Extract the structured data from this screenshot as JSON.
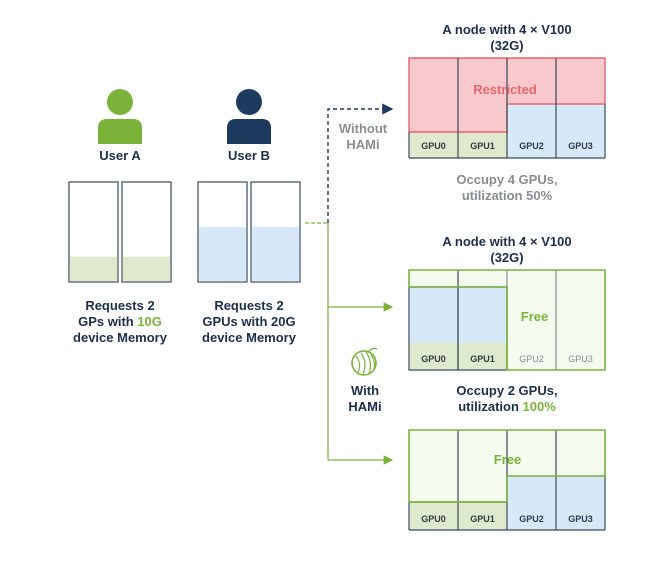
{
  "colors": {
    "navy": "#1d3a5f",
    "green": "#7ab33a",
    "green_fill": "#dfe9cc",
    "blue_fill": "#d6e9f8",
    "red_fill": "#f8c9cc",
    "red_border": "#e5676b",
    "free_fill": "#f6fbf0",
    "gray_text": "#8a8d90"
  },
  "users": [
    {
      "name": "User A",
      "icon": "user-icon",
      "color": "green",
      "request_line1": "Requests 2",
      "request_line2_prefix": "GPs with ",
      "request_highlight": "10G",
      "request_line3": "device Memory",
      "memory_fraction": 0.25
    },
    {
      "name": "User B",
      "icon": "user-icon",
      "color": "navy",
      "request_line1": "Requests 2",
      "request_line2_prefix": "GPUs with ",
      "request_highlight": "20G",
      "request_line3": "device Memory",
      "memory_fraction": 0.55
    }
  ],
  "branches": {
    "without": {
      "line1": "Without",
      "line2": "HAMi"
    },
    "with": {
      "line1": "With",
      "line2": "HAMi",
      "icon": "hami-melon-icon"
    }
  },
  "nodes": [
    {
      "title_line1": "A node with 4 × V100",
      "title_line2": "(32G)",
      "overlay_label": "Restricted",
      "gpus": [
        "GPU0",
        "GPU1",
        "GPU2",
        "GPU3"
      ],
      "caption_line1": "Occupy 4 GPUs,",
      "caption_line2_prefix": "utilization 50%",
      "caption_highlight": ""
    },
    {
      "title_line1": "A node with 4 × V100",
      "title_line2": "(32G)",
      "overlay_label": "Free",
      "gpus": [
        "GPU0",
        "GPU1",
        "GPU2",
        "GPU3"
      ],
      "caption_line1": "Occupy 2 GPUs,",
      "caption_line2_prefix": "utilization ",
      "caption_highlight": "100%"
    },
    {
      "overlay_label": "Free",
      "gpus": [
        "GPU0",
        "GPU1",
        "GPU2",
        "GPU3"
      ]
    }
  ]
}
